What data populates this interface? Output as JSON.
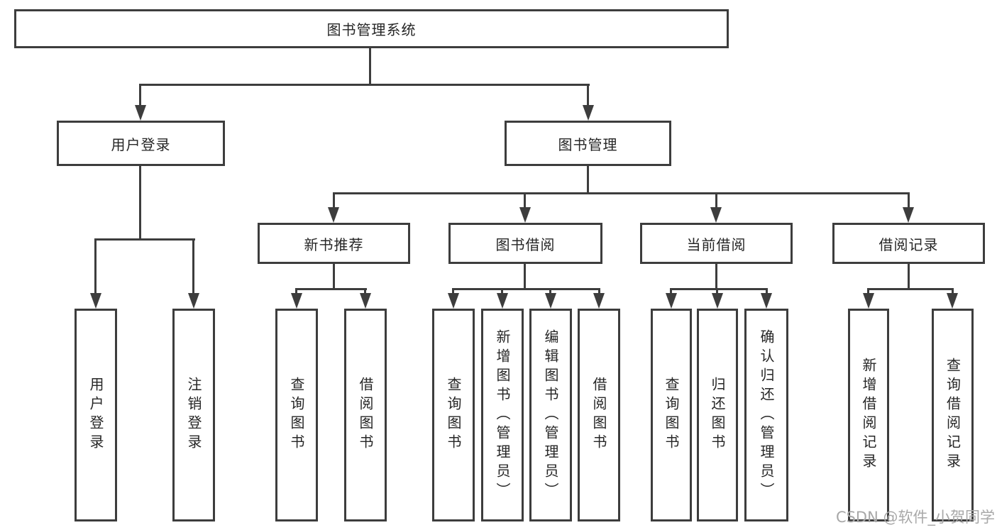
{
  "diagram": {
    "root": {
      "label": "图书管理系统"
    },
    "branches": [
      {
        "label": "用户登录",
        "children": [
          {
            "label": "用户登录"
          },
          {
            "label": "注销登录"
          }
        ]
      },
      {
        "label": "图书管理",
        "children": [
          {
            "label": "新书推荐",
            "children": [
              {
                "label": "查询图书"
              },
              {
                "label": "借阅图书"
              }
            ]
          },
          {
            "label": "图书借阅",
            "children": [
              {
                "label": "查询图书"
              },
              {
                "label": "新增图书（管理员）"
              },
              {
                "label": "编辑图书（管理员）"
              },
              {
                "label": "借阅图书"
              }
            ]
          },
          {
            "label": "当前借阅",
            "children": [
              {
                "label": "查询图书"
              },
              {
                "label": "归还图书"
              },
              {
                "label": "确认归还（管理员）"
              }
            ]
          },
          {
            "label": "借阅记录",
            "children": [
              {
                "label": "新增借阅记录"
              },
              {
                "label": "查询借阅记录"
              }
            ]
          }
        ]
      }
    ]
  },
  "watermark": {
    "text": "CSDN @软件_小贺同学"
  },
  "colors": {
    "line": "#3d3d3d",
    "text": "#262626",
    "wm": "#a8a8a8",
    "bg": "#ffffff"
  }
}
